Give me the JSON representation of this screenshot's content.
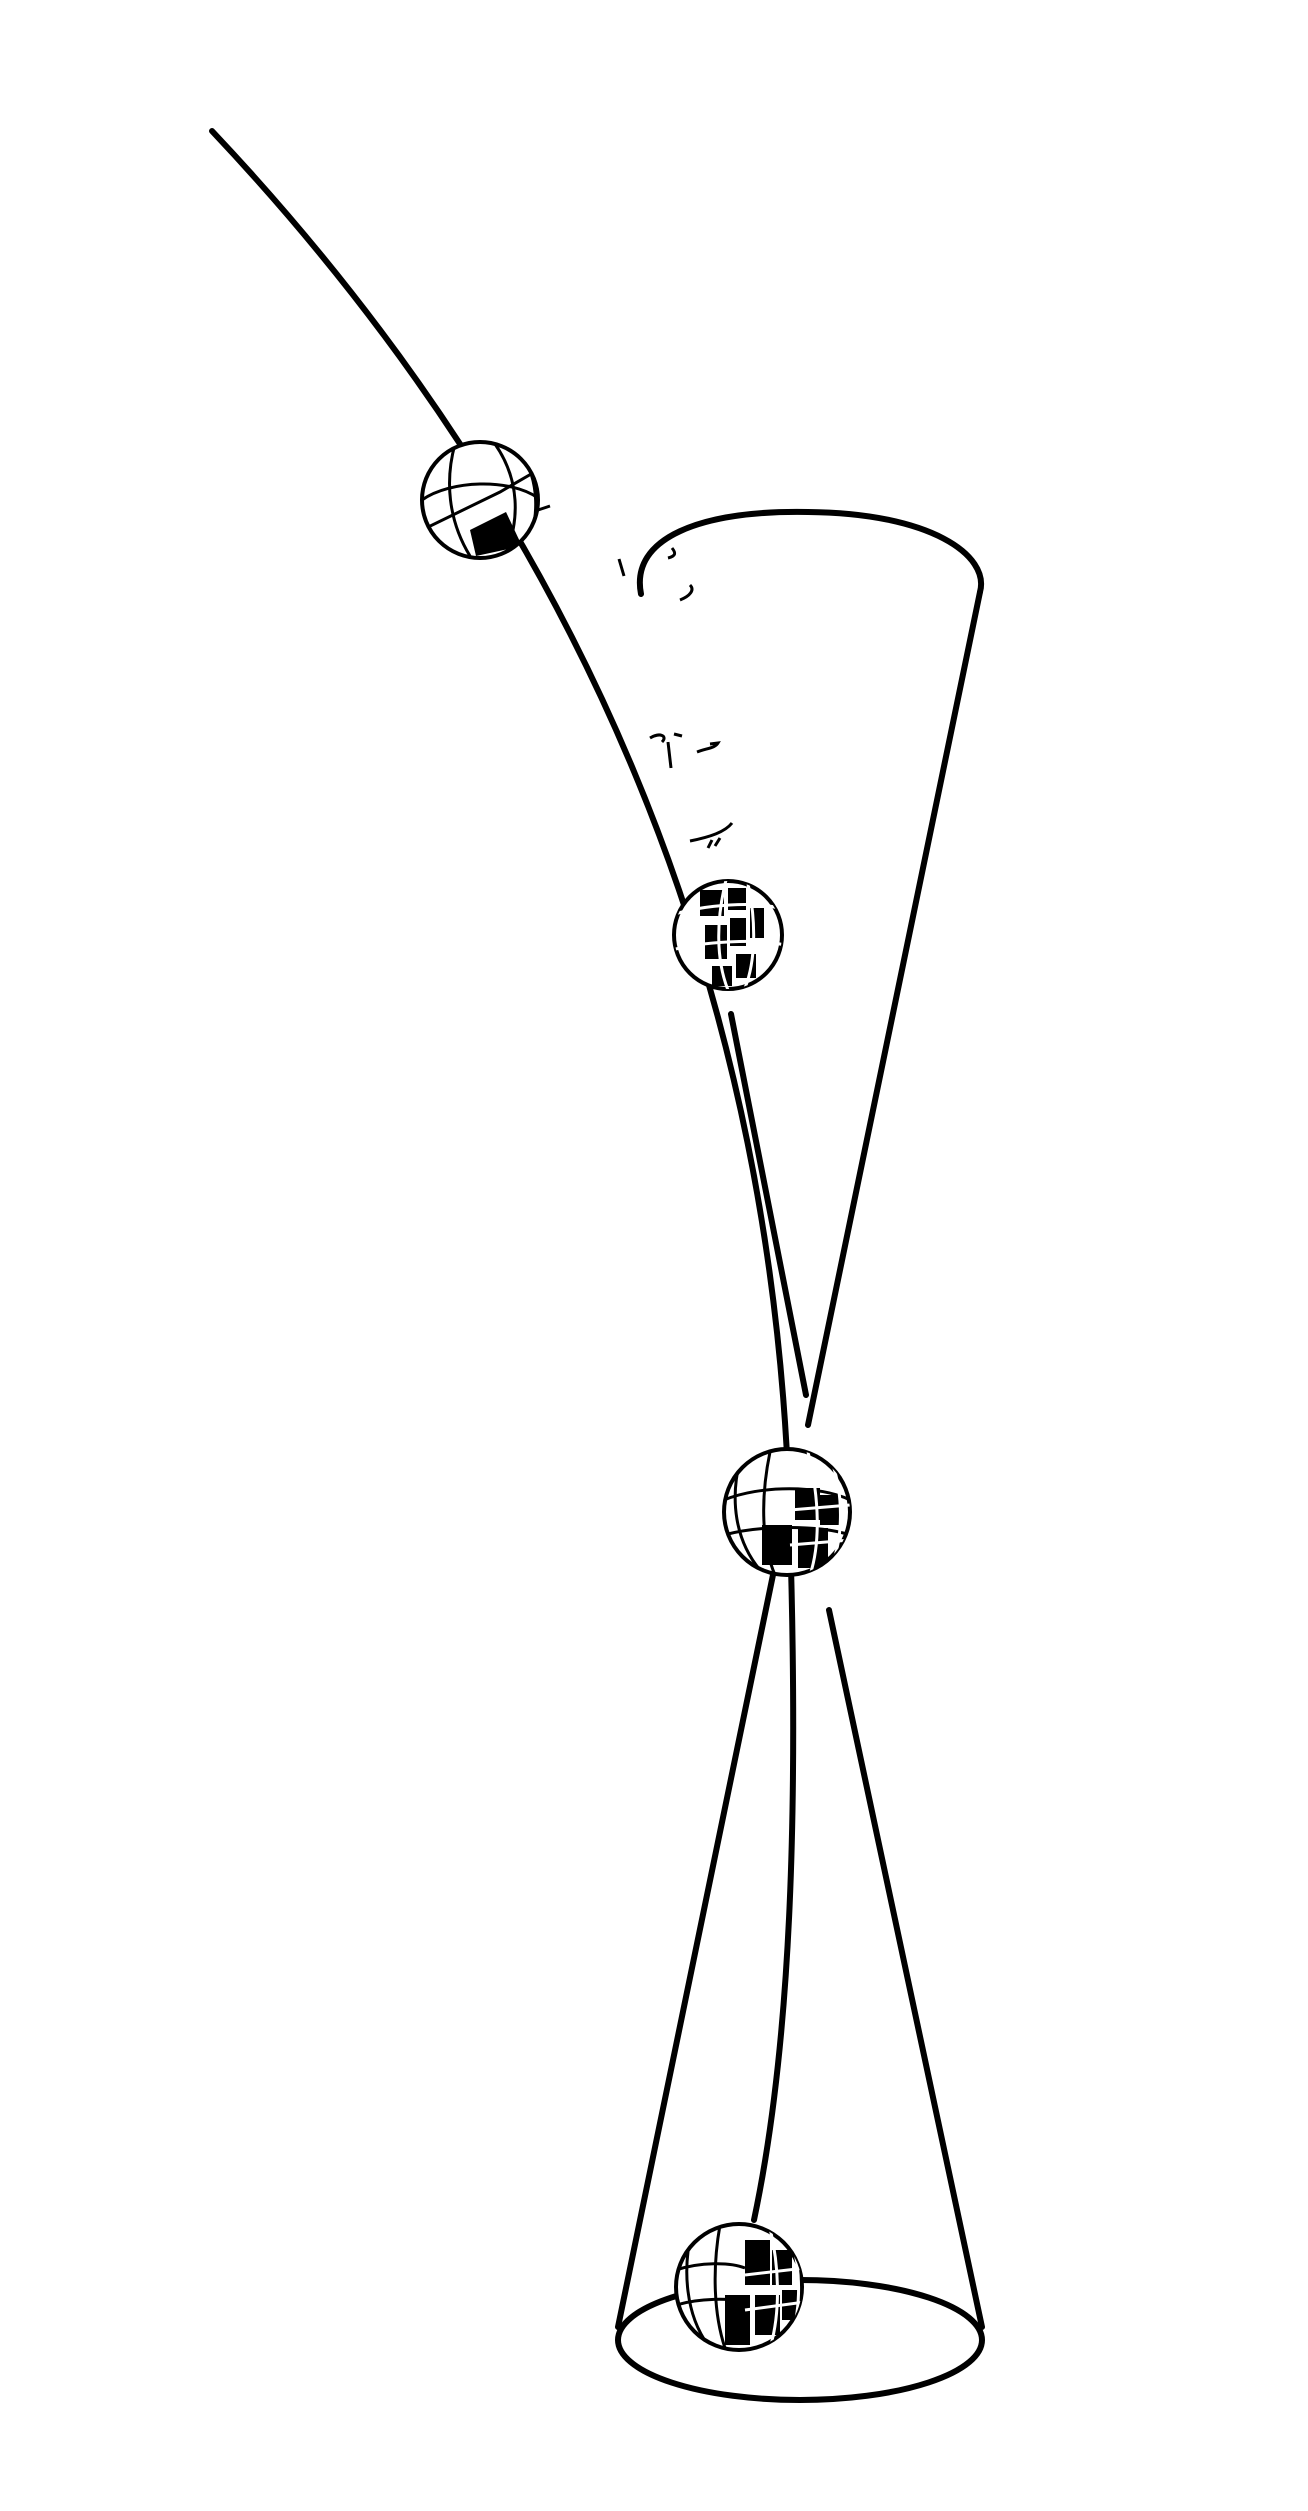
{
  "diagram": {
    "kind": "light cone with worldlines",
    "background_color": "#ffffff",
    "ink_color": "#000000",
    "elements": [
      {
        "id": "light-cone-upper",
        "shape": "inverted cone with elliptical rim"
      },
      {
        "id": "light-cone-lower",
        "shape": "cone with elliptical base"
      },
      {
        "id": "curved-worldline",
        "shape": "curve passing through the cone vertex"
      },
      {
        "id": "straight-worldline",
        "shape": "straight segment inside the upper cone"
      },
      {
        "id": "globe-marker",
        "count": 4,
        "icon": "globe-icon"
      }
    ],
    "globe_count": 4
  }
}
